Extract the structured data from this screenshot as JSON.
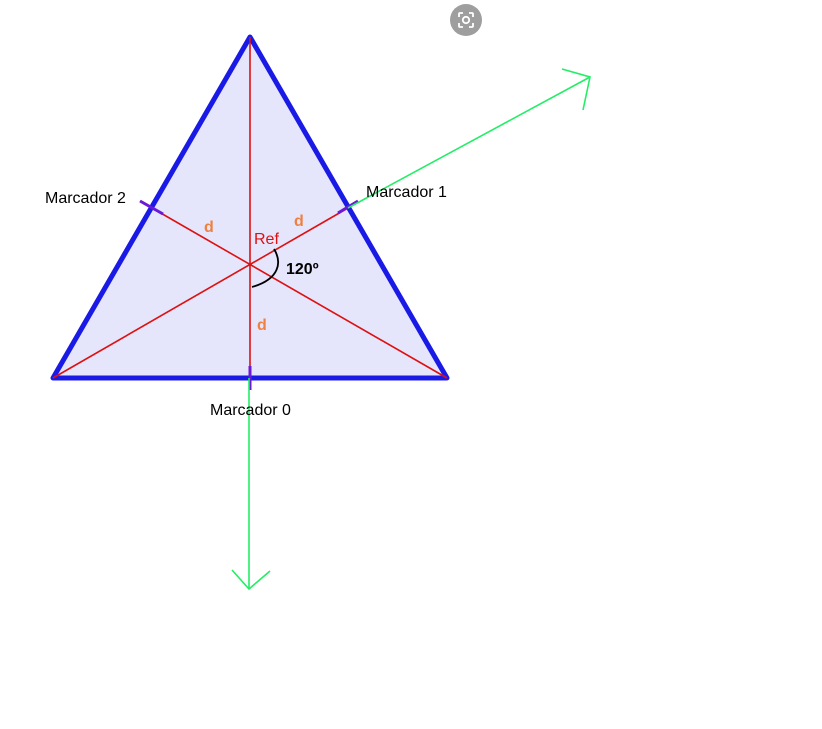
{
  "diagram": {
    "markers": {
      "m0": "Marcador 0",
      "m1": "Marcador 1",
      "m2": "Marcador 2"
    },
    "distance_label": "d",
    "ref_label": "Ref",
    "angle_label": "120º"
  },
  "colors": {
    "triangle_fill": "#e5e5fb",
    "triangle_stroke": "#1a1ae6",
    "medians": "#dd1111",
    "arrows": "#22ee66",
    "distance_text": "#f08040",
    "angle_arc": "#000000"
  },
  "toolbar": {
    "icon": "screenshot-lens-icon"
  }
}
